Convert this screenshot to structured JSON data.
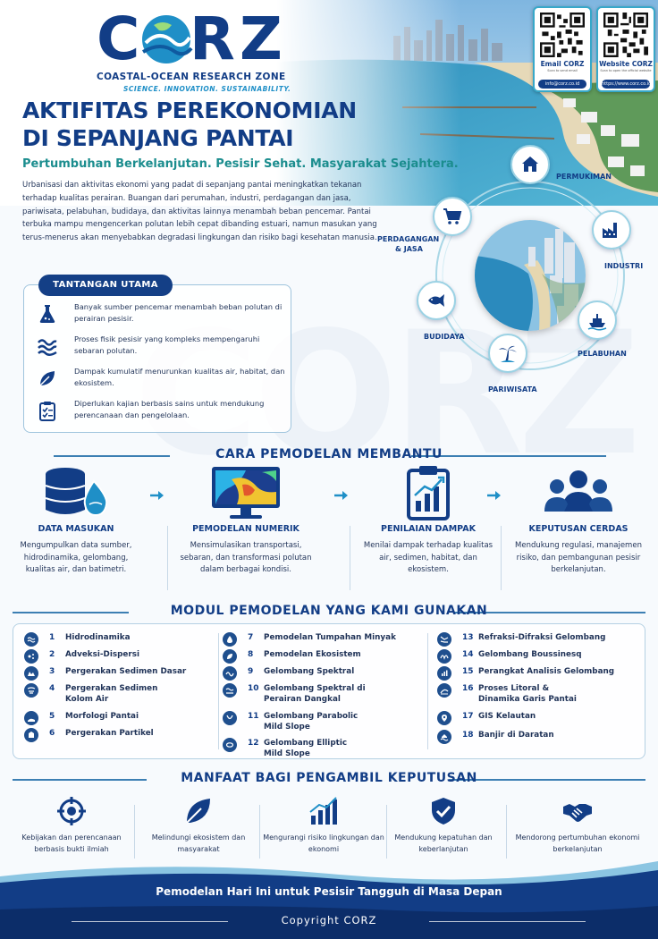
{
  "brand": {
    "logo_word": "CORZ",
    "name": "COASTAL-OCEAN RESEARCH ZONE",
    "tagline": "SCIENCE. INNOVATION. SUSTAINABILITY."
  },
  "qr": {
    "email": {
      "title": "Email CORZ",
      "sub": "Scan to send email",
      "pill": "info@corz.co.id"
    },
    "website": {
      "title": "Website CORZ",
      "sub": "Scan to open the official website",
      "pill": "https://www.corz.co.id"
    }
  },
  "header": {
    "title_line1": "AKTIFITAS PEREKONOMIAN",
    "title_line2": "DI SEPANJANG PANTAI",
    "subtitle": "Pertumbuhan Berkelanjutan. Pesisir Sehat. Masyarakat Sejahtera.",
    "intro": "Urbanisasi dan aktivitas ekonomi yang padat di sepanjang pantai meningkatkan tekanan terhadap kualitas perairan. Buangan dari perumahan, industri, perdagangan dan jasa, pariwisata, pelabuhan, budidaya, dan aktivitas lainnya menambah beban pencemar. Pantai terbuka mampu mengencerkan polutan lebih cepat dibanding estuari, namun masukan yang terus-menerus akan menyebabkan degradasi lingkungan dan risiko bagi kesehatan manusia."
  },
  "cycle": {
    "permukiman": "PERMUKIMAN",
    "industri": "INDUSTRI",
    "pelabuhan": "PELABUHAN",
    "pariwisata": "PARIWISATA",
    "budidaya": "BUDIDAYA",
    "perdagangan_1": "PERDAGANGAN",
    "perdagangan_2": "& JASA"
  },
  "challenges": {
    "heading": "TANTANGAN UTAMA",
    "items": [
      {
        "icon": "pollution-flask-icon",
        "text": "Banyak sumber pencemar menambah beban polutan di perairan pesisir."
      },
      {
        "icon": "waves-icon",
        "text": "Proses fisik pesisir yang kompleks mempengaruhi sebaran polutan."
      },
      {
        "icon": "leaf-icon",
        "text": "Dampak kumulatif menurunkan kualitas air, habitat, dan ekosistem."
      },
      {
        "icon": "clipboard-icon",
        "text": "Diperlukan kajian berbasis sains untuk mendukung perencanaan dan pengelolaan."
      }
    ]
  },
  "modeling": {
    "heading": "CARA PEMODELAN MEMBANTU",
    "steps": [
      {
        "icon": "database-water-icon",
        "title": "DATA MASUKAN",
        "desc": "Mengumpulkan data sumber, hidrodinamika, gelombang, kualitas air, dan batimetri."
      },
      {
        "icon": "monitor-map-icon",
        "title": "PEMODELAN NUMERIK",
        "desc": "Mensimulasikan transportasi, sebaran, dan transformasi polutan dalam berbagai kondisi."
      },
      {
        "icon": "chart-clipboard-icon",
        "title": "PENILAIAN DAMPAK",
        "desc": "Menilai dampak terhadap kualitas air, sedimen, habitat, dan ekosistem."
      },
      {
        "icon": "people-icon",
        "title": "KEPUTUSAN CERDAS",
        "desc": "Mendukung regulasi, manajemen risiko, dan pembangunan pesisir berkelanjutan."
      }
    ]
  },
  "modules": {
    "heading": "MODUL PEMODELAN YANG KAMI GUNAKAN",
    "col1": [
      {
        "num": "1",
        "name": "Hidrodinamika"
      },
      {
        "num": "2",
        "name": "Adveksi-Dispersi"
      },
      {
        "num": "3",
        "name": "Pergerakan Sedimen Dasar"
      },
      {
        "num": "4",
        "name": "Pergerakan Sedimen",
        "name2": "Kolom Air"
      },
      {
        "num": "5",
        "name": "Morfologi Pantai"
      },
      {
        "num": "6",
        "name": "Pergerakan Partikel"
      }
    ],
    "col2": [
      {
        "num": "7",
        "name": "Pemodelan Tumpahan Minyak"
      },
      {
        "num": "8",
        "name": "Pemodelan Ekosistem"
      },
      {
        "num": "9",
        "name": "Gelombang Spektral"
      },
      {
        "num": "10",
        "name": "Gelombang Spektral di",
        "name2": "Perairan Dangkal"
      },
      {
        "num": "11",
        "name": "Gelombang Parabolic",
        "name2": "Mild Slope"
      },
      {
        "num": "12",
        "name": "Gelombang Elliptic",
        "name2": "Mild Slope"
      }
    ],
    "col3": [
      {
        "num": "13",
        "name": "Refraksi-Difraksi Gelombang"
      },
      {
        "num": "14",
        "name": "Gelombang Boussinesq"
      },
      {
        "num": "15",
        "name": "Perangkat Analisis Gelombang"
      },
      {
        "num": "16",
        "name": "Proses Litoral &",
        "name2": "Dinamika Garis Pantai"
      },
      {
        "num": "17",
        "name": "GIS Kelautan"
      },
      {
        "num": "18",
        "name": "Banjir di Daratan"
      }
    ]
  },
  "benefits": {
    "heading": "MANFAAT BAGI PENGAMBIL KEPUTUSAN",
    "items": [
      {
        "icon": "target-icon",
        "text": "Kebijakan dan perencanaan berbasis bukti ilmiah"
      },
      {
        "icon": "leaf-icon",
        "text": "Melindungi ekosistem dan masyarakat"
      },
      {
        "icon": "bar-chart-icon",
        "text": "Mengurangi risiko lingkungan dan ekonomi"
      },
      {
        "icon": "shield-check-icon",
        "text": "Mendukung kepatuhan dan keberlanjutan"
      },
      {
        "icon": "handshake-icon",
        "text": "Mendorong pertumbuhan ekonomi berkelanjutan"
      }
    ]
  },
  "footer": {
    "tagline": "Pemodelan Hari Ini untuk Pesisir Tangguh di Masa Depan",
    "copyright": "Copyright CORZ"
  },
  "colors": {
    "navy": "#123d86",
    "teal": "#1b8d8e",
    "accent": "#1f8fc7"
  }
}
